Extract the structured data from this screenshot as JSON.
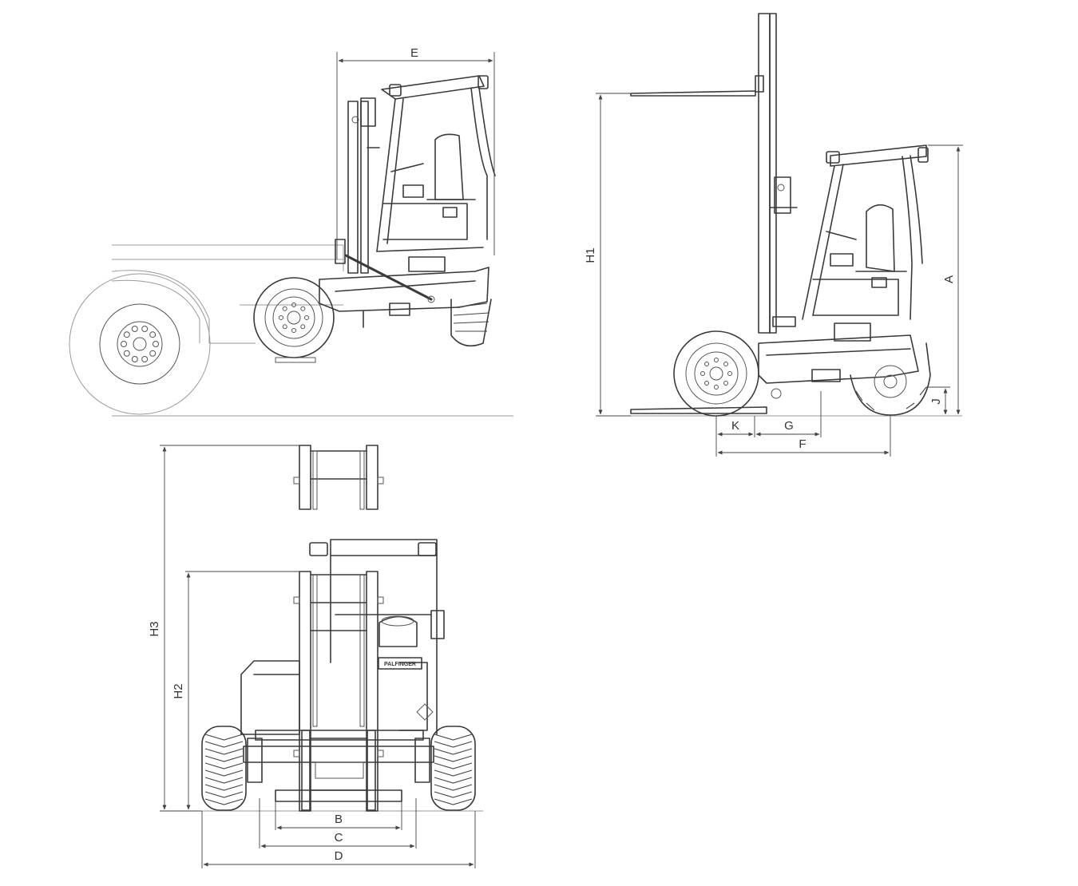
{
  "dimension_labels": {
    "A": "A",
    "B": "B",
    "C": "C",
    "D": "D",
    "E": "E",
    "F": "F",
    "G": "G",
    "H1": "H1",
    "H2": "H2",
    "H3": "H3",
    "J": "J",
    "K": "K"
  },
  "logo": {
    "text": "PALFINGER"
  }
}
